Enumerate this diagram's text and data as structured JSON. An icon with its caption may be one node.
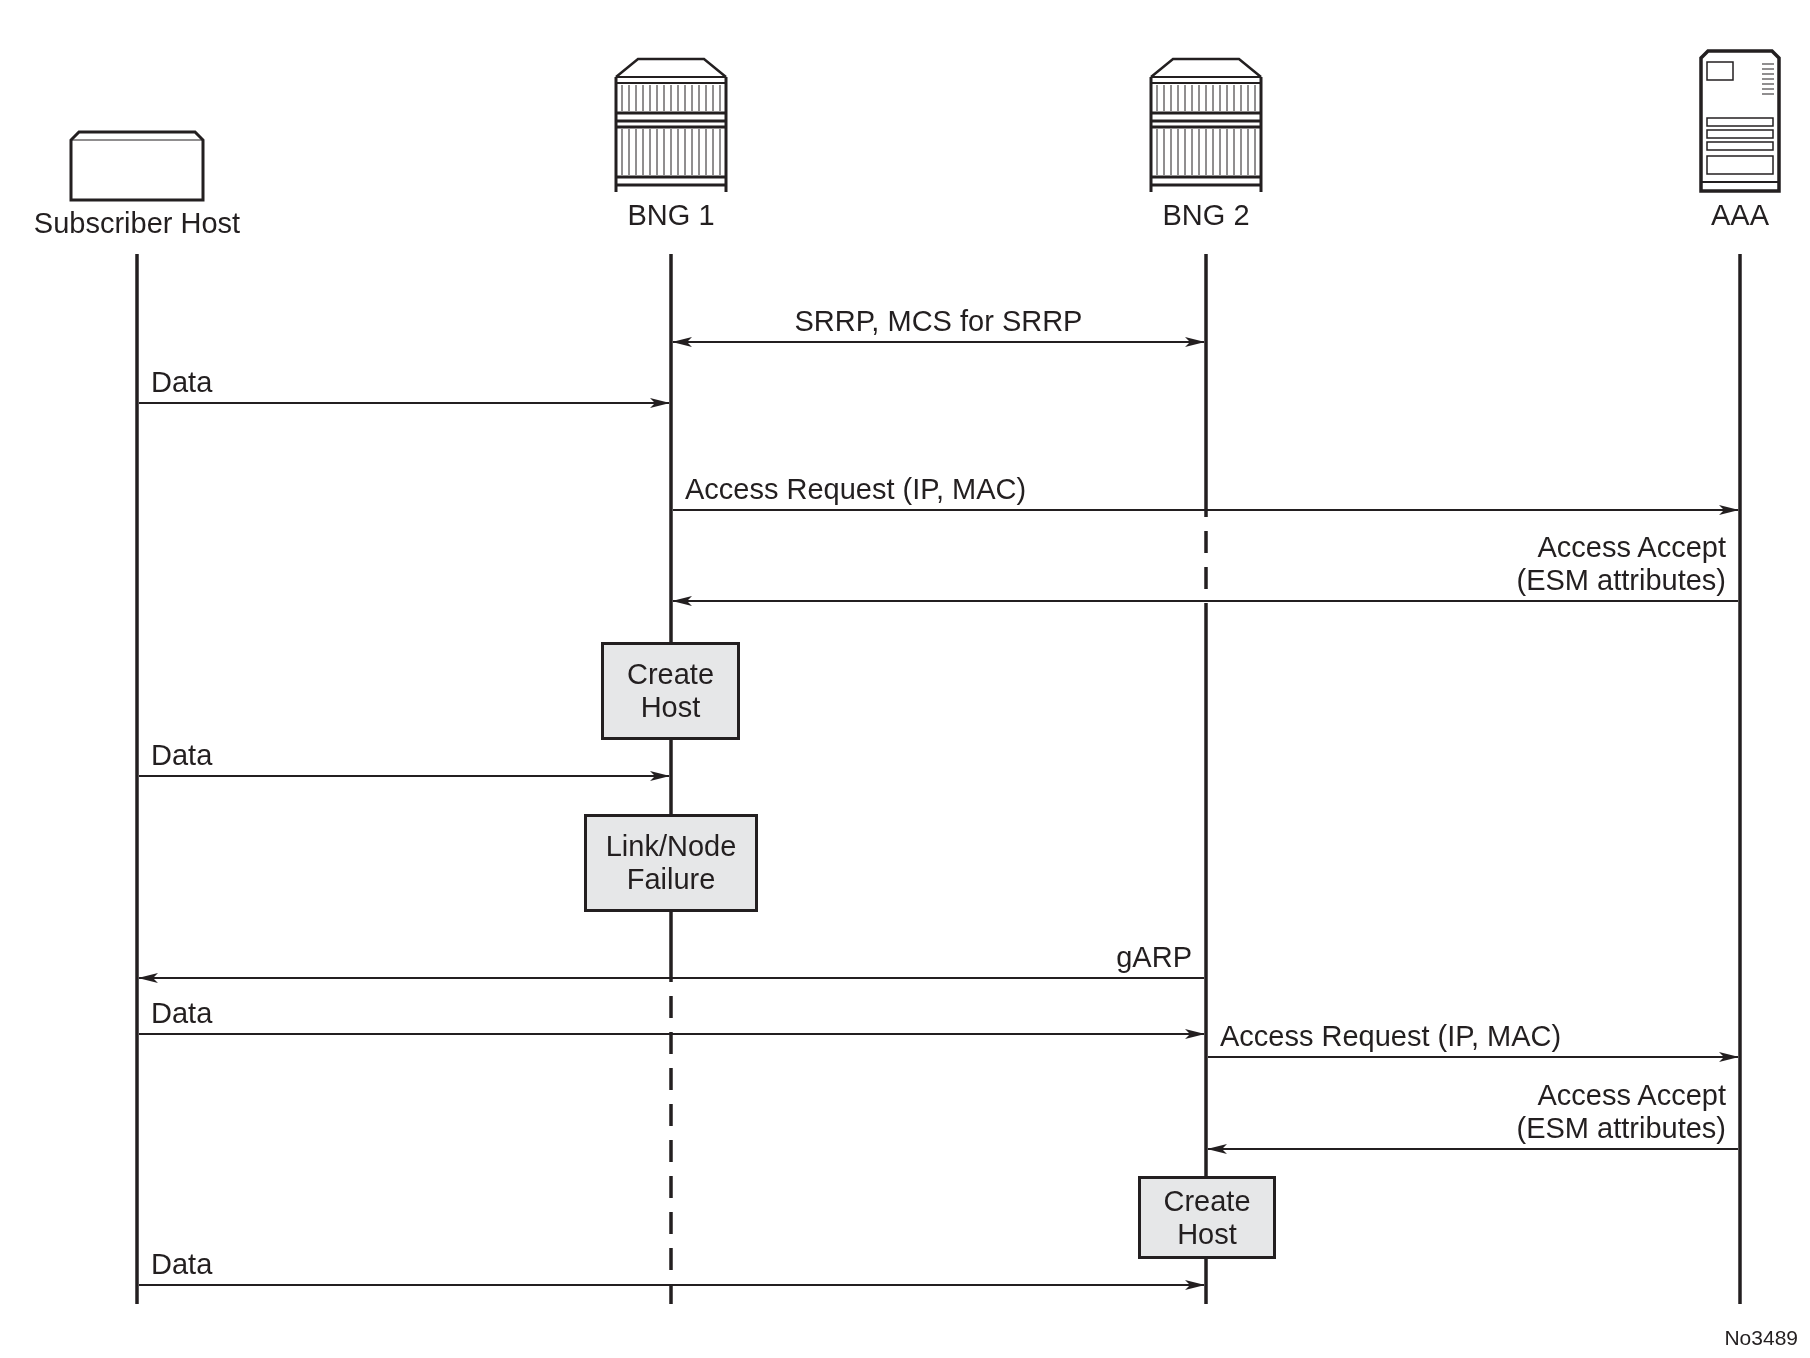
{
  "diagram": {
    "nodes": [
      {
        "text": [
          "Subscriber Host"
        ]
      },
      {
        "text": [
          "BNG 1"
        ]
      },
      {
        "text": [
          "BNG 2"
        ]
      },
      {
        "text": [
          "AAA"
        ]
      },
      {
        "text": [
          "Create Host"
        ]
      },
      {
        "text": [
          "Link/Node Failure"
        ]
      },
      {
        "text": [
          "Create Host"
        ]
      }
    ],
    "edges": [
      {
        "from": 1,
        "to": 2,
        "arrow": "both",
        "label": "SRRP, MCS for SRRP"
      },
      {
        "from": 0,
        "to": 1,
        "arrow": "to",
        "label": "Data"
      },
      {
        "from": 1,
        "to": 3,
        "arrow": "to",
        "label": "Access Request (IP, MAC)"
      },
      {
        "from": 3,
        "to": 1,
        "arrow": "to",
        "label": "Access Accept (ESM attributes)"
      },
      {
        "from": 0,
        "to": 1,
        "arrow": "to",
        "label": "Data"
      },
      {
        "from": 2,
        "to": 0,
        "arrow": "to",
        "label": "gARP"
      },
      {
        "from": 0,
        "to": 2,
        "arrow": "to",
        "label": "Data"
      },
      {
        "from": 2,
        "to": 3,
        "arrow": "to",
        "label": "Access Request (IP, MAC)"
      },
      {
        "from": 3,
        "to": 2,
        "arrow": "to",
        "label": "Access Accept (ESM attributes)"
      },
      {
        "from": 0,
        "to": 2,
        "arrow": "to",
        "label": "Data"
      }
    ],
    "labels": [
      "No3489"
    ]
  }
}
